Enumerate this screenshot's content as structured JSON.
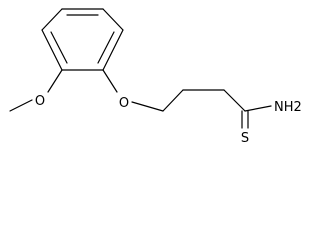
{
  "molecule": {
    "atoms": {
      "methoxy_oxygen": "O",
      "ether_oxygen": "O",
      "thioamide_sulfur": "S",
      "amine_group": "NH2"
    }
  },
  "colors": {
    "bond": "#000000",
    "text": "#000000",
    "background": "#ffffff"
  }
}
